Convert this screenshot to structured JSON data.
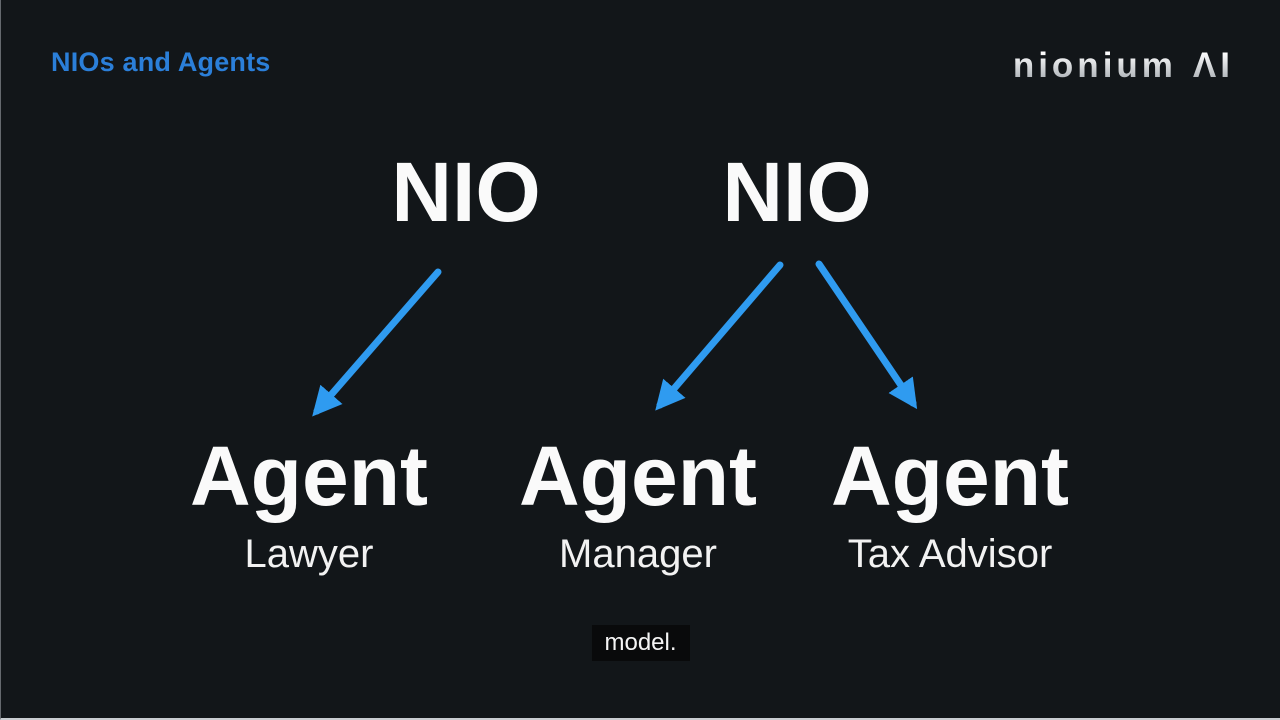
{
  "slide": {
    "title": "NIOs and Agents",
    "logo": {
      "brand": "nionium",
      "suffix": "ΛI"
    },
    "diagram": {
      "nios": [
        {
          "id": "nio-1",
          "label": "NIO"
        },
        {
          "id": "nio-2",
          "label": "NIO"
        }
      ],
      "agents": [
        {
          "id": "agent-lawyer",
          "label": "Agent",
          "role": "Lawyer"
        },
        {
          "id": "agent-manager",
          "label": "Agent",
          "role": "Manager"
        },
        {
          "id": "agent-tax-advisor",
          "label": "Agent",
          "role": "Tax Advisor"
        }
      ],
      "edges": [
        {
          "from": "nio-1",
          "to": "agent-lawyer"
        },
        {
          "from": "nio-2",
          "to": "agent-manager"
        },
        {
          "from": "nio-2",
          "to": "agent-tax-advisor"
        }
      ]
    },
    "caption": "model.",
    "colors": {
      "background": "#121619",
      "title_blue": "#2b7fd9",
      "arrow_blue": "#2f9bf0",
      "text_white": "#fafafa",
      "logo_silver": "#e3e6e9",
      "caption_background": "#080808"
    }
  }
}
